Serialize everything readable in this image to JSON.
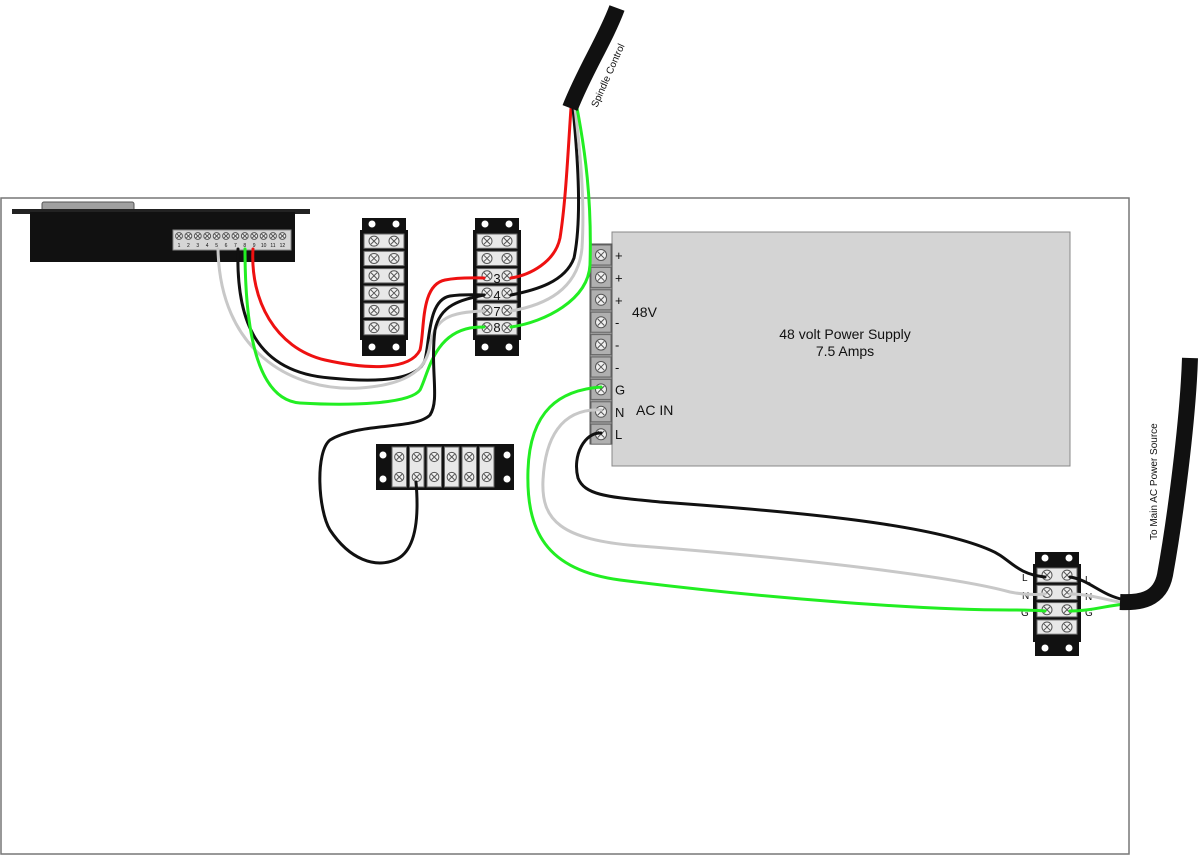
{
  "power_supply": {
    "title_line1": "48 volt Power Supply",
    "title_line2": "7.5 Amps",
    "output_label": "48V",
    "ac_label": "AC IN",
    "terminal_signs": [
      "+",
      "+",
      "+",
      "-",
      "-",
      "-",
      "G",
      "N",
      "L"
    ]
  },
  "breakout_board": {
    "pin_numbers": [
      "1",
      "2",
      "3",
      "4",
      "5",
      "6",
      "7",
      "8",
      "9",
      "10",
      "11",
      "12"
    ]
  },
  "spindle_terminal_strip": {
    "terminal_numbers": [
      "3",
      "4",
      "7",
      "8"
    ]
  },
  "ac_terminal_strip": {
    "left_labels": [
      "L",
      "N",
      "G"
    ],
    "right_labels": [
      "L",
      "N",
      "G"
    ]
  },
  "cables": {
    "spindle_label": "Spindle Control",
    "ac_source_label": "To Main AC Power Source"
  },
  "colors": {
    "wire_red": "#ee1111",
    "wire_black": "#111111",
    "wire_white": "#c8c8c8",
    "wire_green": "#22ee22",
    "psu_body": "#d4d4d4",
    "terminal_block": "#1a1a1a"
  }
}
